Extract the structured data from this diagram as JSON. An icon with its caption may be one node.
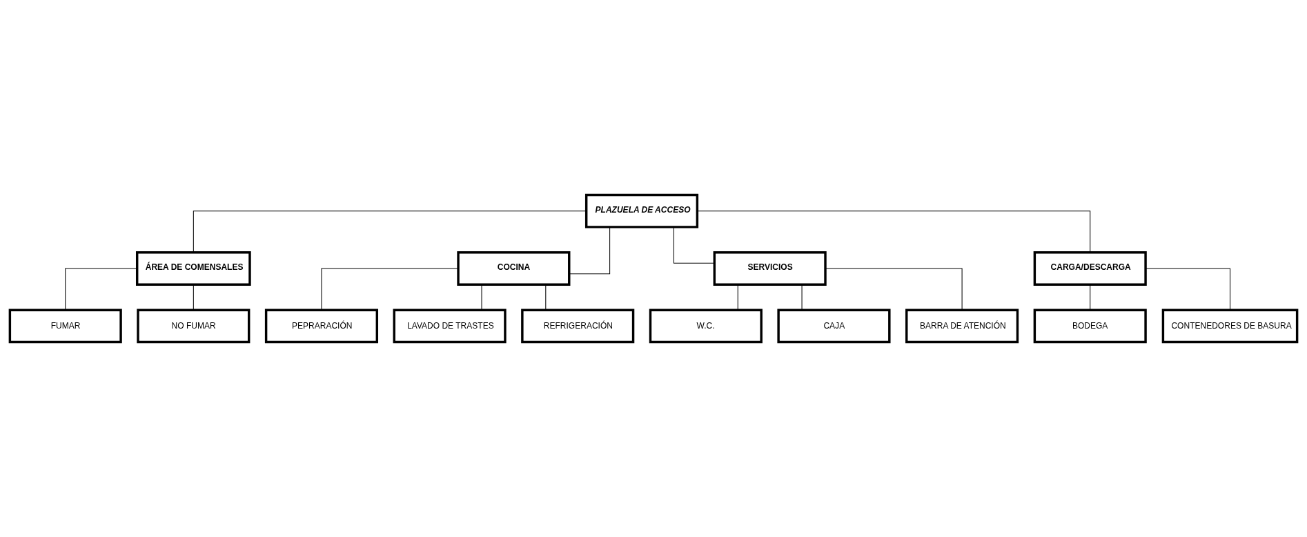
{
  "diagram": {
    "nodes": [
      {
        "text": [
          "PLAZUELA DE ACCESO"
        ]
      },
      {
        "text": [
          "ÁREA DE COMENSALES"
        ]
      },
      {
        "text": [
          "COCINA"
        ]
      },
      {
        "text": [
          "SERVICIOS"
        ]
      },
      {
        "text": [
          "CARGA/DESCARGA"
        ]
      },
      {
        "text": [
          "FUMAR"
        ]
      },
      {
        "text": [
          "NO FUMAR"
        ]
      },
      {
        "text": [
          "PEPRARACIÓN"
        ]
      },
      {
        "text": [
          "LAVADO DE TRASTES"
        ]
      },
      {
        "text": [
          "REFRIGERACIÓN"
        ]
      },
      {
        "text": [
          "BODEGA"
        ]
      },
      {
        "text": [
          "CONTENEDORES DE BASURA"
        ]
      },
      {
        "text": [
          "W.C."
        ]
      },
      {
        "text": [
          "CAJA"
        ]
      },
      {
        "text": [
          "BARRA DE ATENCIÓN"
        ]
      }
    ],
    "edges": [
      {
        "from": 0,
        "to": 1,
        "arrow": "none"
      },
      {
        "from": 0,
        "to": 2,
        "arrow": "none"
      },
      {
        "from": 0,
        "to": 3,
        "arrow": "none"
      },
      {
        "from": 0,
        "to": 4,
        "arrow": "none"
      },
      {
        "from": 1,
        "to": 5,
        "arrow": "none"
      },
      {
        "from": 1,
        "to": 6,
        "arrow": "none"
      },
      {
        "from": 2,
        "to": 7,
        "arrow": "none"
      },
      {
        "from": 2,
        "to": 8,
        "arrow": "none"
      },
      {
        "from": 2,
        "to": 9,
        "arrow": "none"
      },
      {
        "from": 4,
        "to": 10,
        "arrow": "none"
      },
      {
        "from": 4,
        "to": 11,
        "arrow": "none"
      },
      {
        "from": 3,
        "to": 12,
        "arrow": "none"
      },
      {
        "from": 3,
        "to": 13,
        "arrow": "none"
      },
      {
        "from": 3,
        "to": 14,
        "arrow": "none"
      }
    ]
  }
}
